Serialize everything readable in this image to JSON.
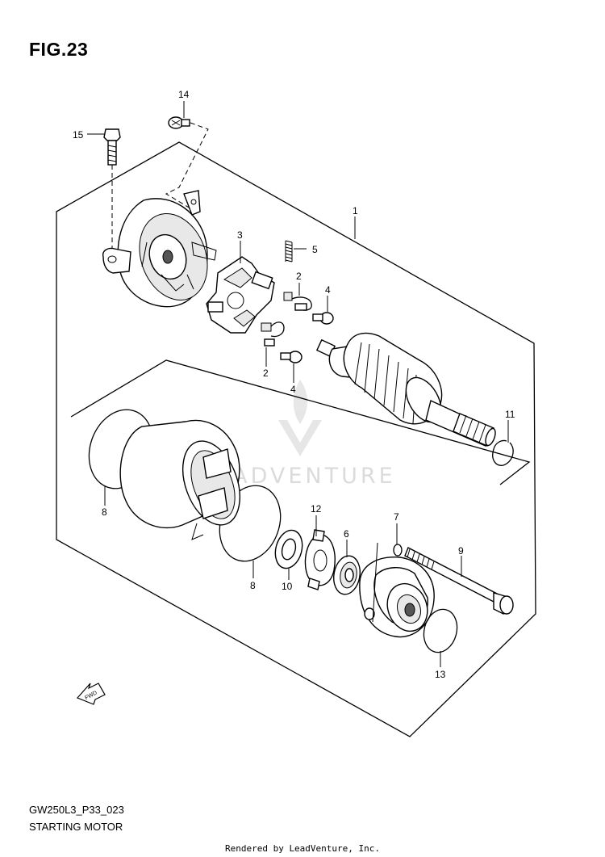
{
  "figure": {
    "title": "FIG.23"
  },
  "model_code": "GW250L3_P33_023",
  "caption": "STARTING MOTOR",
  "footer": "Rendered by LeadVenture, Inc.",
  "watermark": "LEADVENTURE",
  "direction_label": "FWD",
  "callouts": {
    "c1": "1",
    "c2a": "2",
    "c2b": "2",
    "c3": "3",
    "c4a": "4",
    "c4b": "4",
    "c5": "5",
    "c6": "6",
    "c7": "7",
    "c8a": "8",
    "c8b": "8",
    "c9": "9",
    "c10": "10",
    "c11": "11",
    "c12": "12",
    "c13": "13",
    "c14": "14",
    "c15": "15"
  }
}
